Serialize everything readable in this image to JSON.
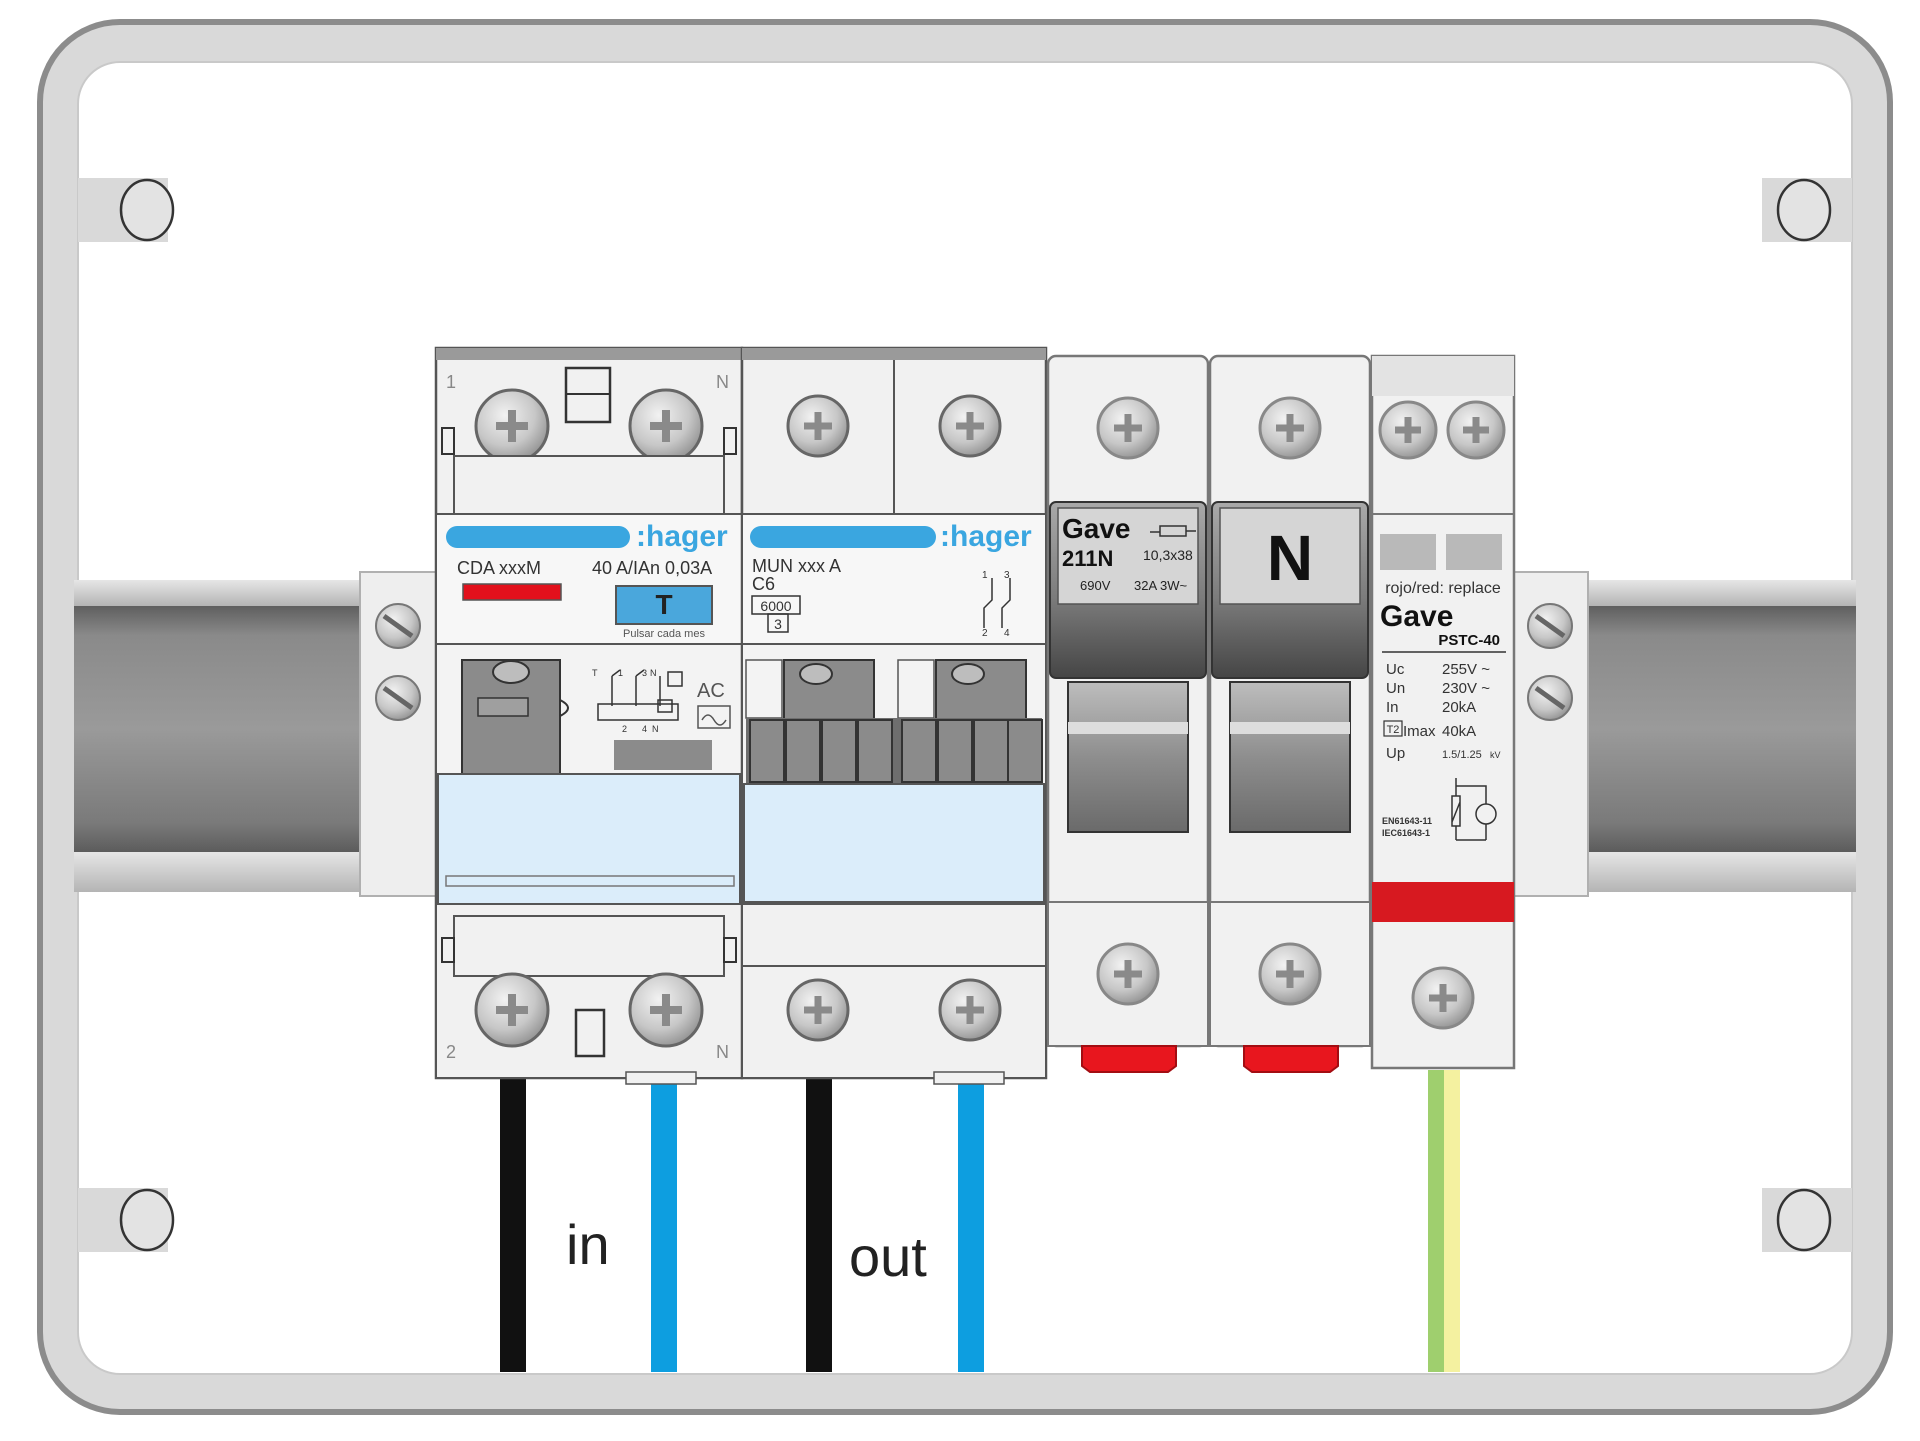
{
  "colors": {
    "enclosure": "#d9d9d9",
    "enclosure_edge": "#8c8c8c",
    "rail": "#7d7d7d",
    "module_body": "#f1f1f1",
    "hager_blue": "#3aa6e0",
    "test_button": "#4aa7dc",
    "indicator_red": "#e2101c",
    "window_blue": "#dbedfa",
    "wire_black": "#111111",
    "wire_blue": "#0d9ee0",
    "wire_green": "#9fcf6e",
    "wire_yellow": "#f4f1a0",
    "replace_red": "#d71920"
  },
  "rcbo": {
    "brand": ":hager",
    "model": "CDA xxxM",
    "rating": "40 A/IAn 0,03A",
    "test_label": "T",
    "test_note": "Pulsar cada mes",
    "type": "AC",
    "terminal_top_left": "1",
    "terminal_top_right": "N",
    "terminal_bottom_left": "2",
    "terminal_bottom_right": "N",
    "diagram_labels": {
      "t": "T",
      "a": "1",
      "b": "3",
      "c": "N",
      "d": "2",
      "e": "4",
      "f": "N"
    }
  },
  "mcb": {
    "brand": ":hager",
    "model": "MUN xxx A",
    "curve": "C6",
    "breaking": "6000",
    "class": "3",
    "diagram_labels": {
      "a": "1",
      "b": "3",
      "c": "2",
      "d": "4"
    }
  },
  "fuse_holder": {
    "brand": "Gave",
    "model": "211N",
    "size": "10,3x38",
    "voltage": "690V",
    "power": "32A 3W~"
  },
  "neutral": {
    "label": "N"
  },
  "spd": {
    "replace_note": "rojo/red: replace",
    "brand": "Gave",
    "model": "PSTC-40",
    "specs": [
      {
        "key": "Uc",
        "value": "255V ~"
      },
      {
        "key": "Un",
        "value": "230V ~"
      },
      {
        "key": "In",
        "value": "20kA"
      }
    ],
    "class_badge": "T2",
    "imax_key": "Imax",
    "imax_value": "40kA",
    "up_key": "Up",
    "up_value": "1.5/1.25",
    "up_unit": "kV",
    "standard_1": "EN61643-11",
    "standard_2": "IEC61643-1"
  },
  "labels": {
    "in": "in",
    "out": "out"
  }
}
